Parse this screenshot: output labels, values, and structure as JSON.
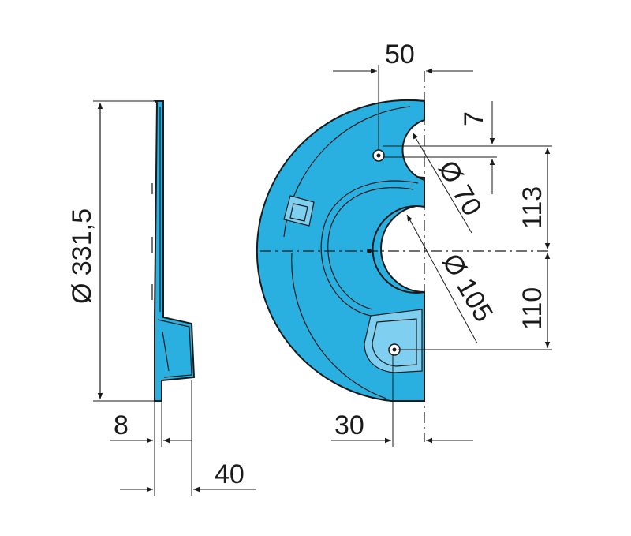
{
  "drawing": {
    "part_color": "#2ab0e0",
    "line_color": "#1a1a1a",
    "dimensions": {
      "diameter_overall": "Ø 331,5",
      "thickness": "8",
      "flange_depth": "40",
      "top_offset": "50",
      "small_offset": "7",
      "hole_diameter_small": "Ø 70",
      "hole_diameter_large": "Ø 105",
      "upper_height": "113",
      "lower_height": "110",
      "bottom_offset": "30"
    }
  }
}
